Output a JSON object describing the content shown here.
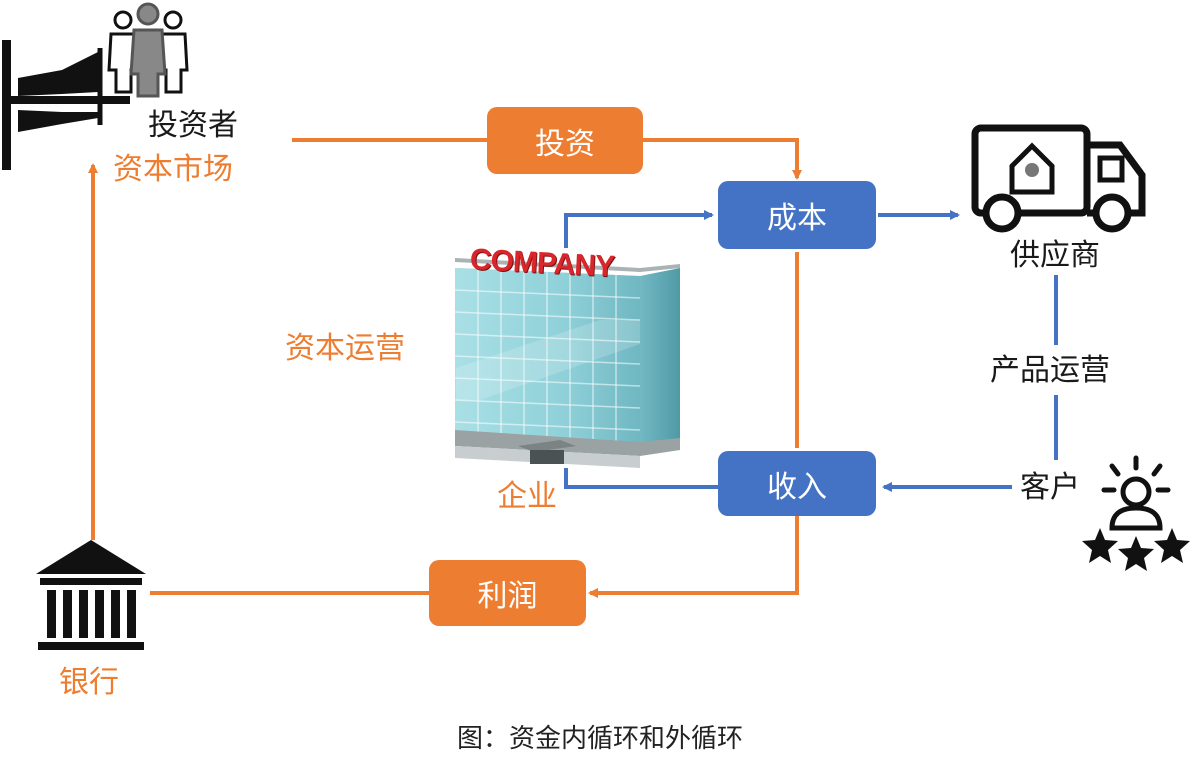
{
  "nodes": {
    "investor_label": "投资者",
    "capital_market_label": "资本市场",
    "capital_operation_label": "资本运营",
    "enterprise_label": "企业",
    "company_sign": "COMPANY",
    "bank_label": "银行",
    "supplier_label": "供应商",
    "product_operation_label": "产品运营",
    "customer_label": "客户"
  },
  "boxes": {
    "investment": "投资",
    "cost": "成本",
    "revenue": "收入",
    "profit": "利润"
  },
  "caption": "图：资金内循环和外循环",
  "colors": {
    "orange": "#ed7d31",
    "blue": "#4472c4",
    "company_red": "#d9262b",
    "building_glass": "#8fd0d8"
  },
  "icons": [
    "stock-chart-icon",
    "investors-group-icon",
    "delivery-truck-icon",
    "bank-building-icon",
    "customer-rating-icon",
    "office-building-image"
  ]
}
